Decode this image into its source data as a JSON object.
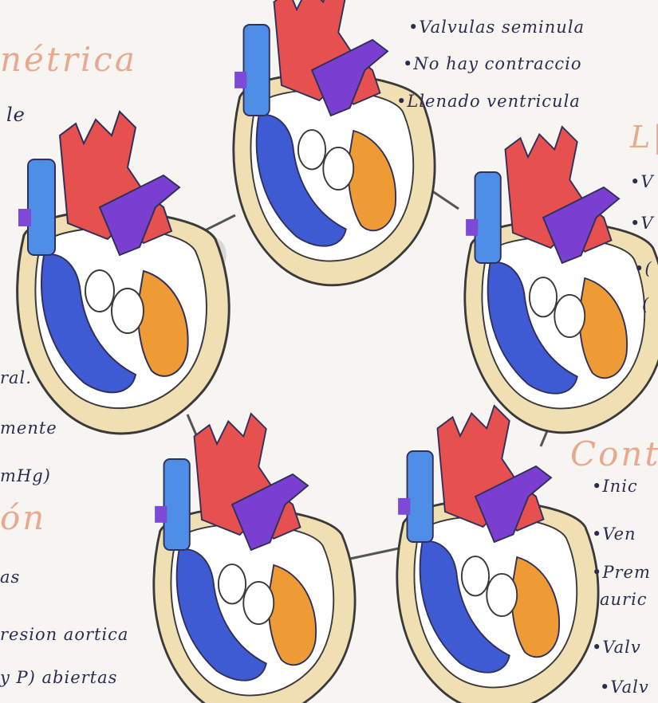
{
  "colors": {
    "paper": "#f6f5f1",
    "ink": "#2c2c52",
    "heading": "#e9a98e",
    "pericardium": "#f1dfb4",
    "aorta_red": "#e6514f",
    "pulmonary_purple": "#7a3fd1",
    "vena_blue": "#4f8ee6",
    "ventricle_blue": "#3e5bd3",
    "left_orange": "#ee9a35",
    "connector": "#555555",
    "smudge": "#d8d8d4"
  },
  "headings": {
    "top_left": "nétrica",
    "mid_left": "ón",
    "bottom_right": "Cont",
    "right_fragment": "L|"
  },
  "top_right_notes": [
    "•Valvulas seminula",
    "•No hay contraccio",
    "•Llenado ventricula"
  ],
  "left_notes": {
    "upper": "le",
    "middle": [
      "ral.",
      "mente",
      "mHg)"
    ],
    "lower": [
      "as",
      "resion aortica",
      "y P) abiertas"
    ]
  },
  "right_notes": [
    "•V",
    "•V",
    "•(",
    "("
  ],
  "bottom_right_notes": [
    "•Inic",
    "•Ven",
    "•Prem",
    "auric",
    "•Valv",
    "•Valv"
  ]
}
